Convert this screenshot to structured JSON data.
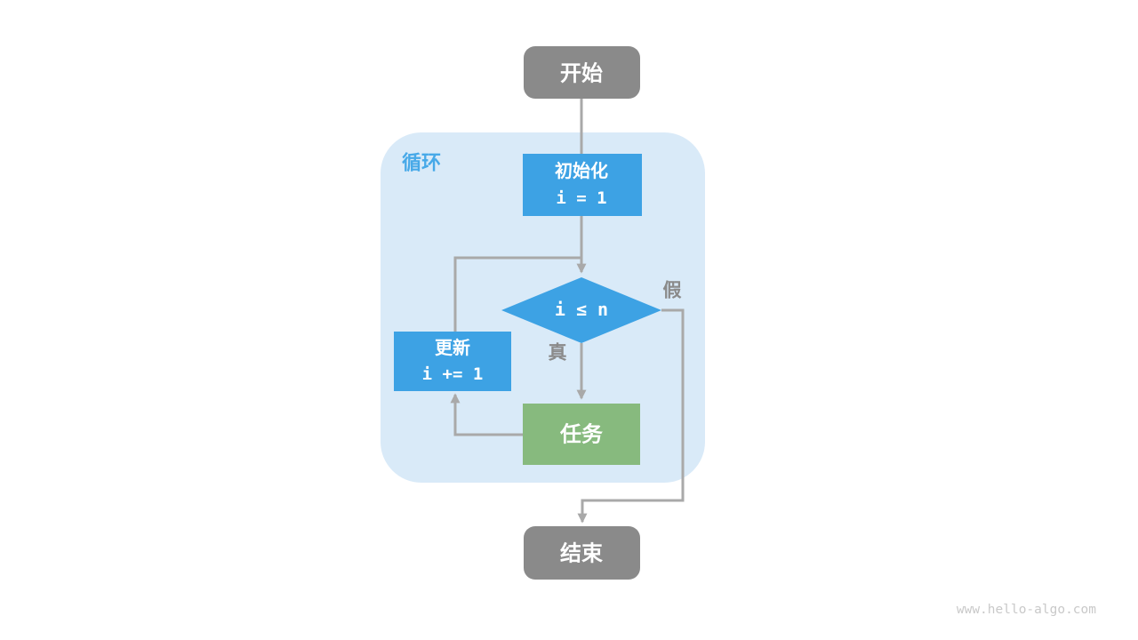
{
  "diagram": {
    "loop_label": "循环",
    "nodes": {
      "start": {
        "label": "开始"
      },
      "init": {
        "label": "初始化",
        "code": "i = 1"
      },
      "condition": {
        "code": "i ≤ n"
      },
      "update": {
        "label": "更新",
        "code": "i += 1"
      },
      "task": {
        "label": "任务"
      },
      "end": {
        "label": "结束"
      }
    },
    "branches": {
      "true_label": "真",
      "false_label": "假"
    },
    "watermark": "www.hello-algo.com",
    "colors": {
      "terminal_gray": "#8a8a8a",
      "process_blue": "#3da2e4",
      "task_green": "#87ba7e",
      "loop_bg": "#d9eaf8",
      "loop_label_blue": "#47a9e8",
      "line_gray": "#a9a9a9",
      "branch_label_gray": "#8a8a8a",
      "text_white": "#ffffff",
      "watermark_gray": "#c9c9c9"
    }
  }
}
